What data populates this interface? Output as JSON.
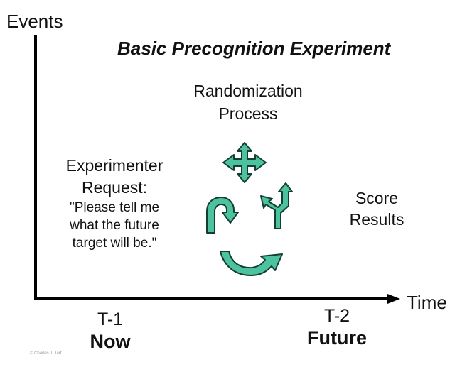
{
  "axes": {
    "y_label": "Events",
    "x_label": "Time"
  },
  "title": "Basic Precognition Experiment",
  "randomization": {
    "line1": "Randomization",
    "line2": "Process"
  },
  "experimenter": {
    "heading1": "Experimenter",
    "heading2": "Request:",
    "quote1": "\"Please tell me",
    "quote2": "what the future",
    "quote3": "target will be.\""
  },
  "score": {
    "line1": "Score",
    "line2": "Results"
  },
  "timeline": {
    "t1_label": "T-1",
    "t1_sub": "Now",
    "t2_label": "T-2",
    "t2_sub": "Future"
  },
  "copyright": "© Charles T. Tart",
  "colors": {
    "arrow_fill": "#4cc29f",
    "arrow_stroke": "#123f32",
    "axis": "#000000"
  },
  "icons": {
    "four_way": "four-way-arrow-icon",
    "u_turn": "u-turn-arrow-icon",
    "split": "split-arrow-icon",
    "curved": "curved-arrow-icon"
  }
}
